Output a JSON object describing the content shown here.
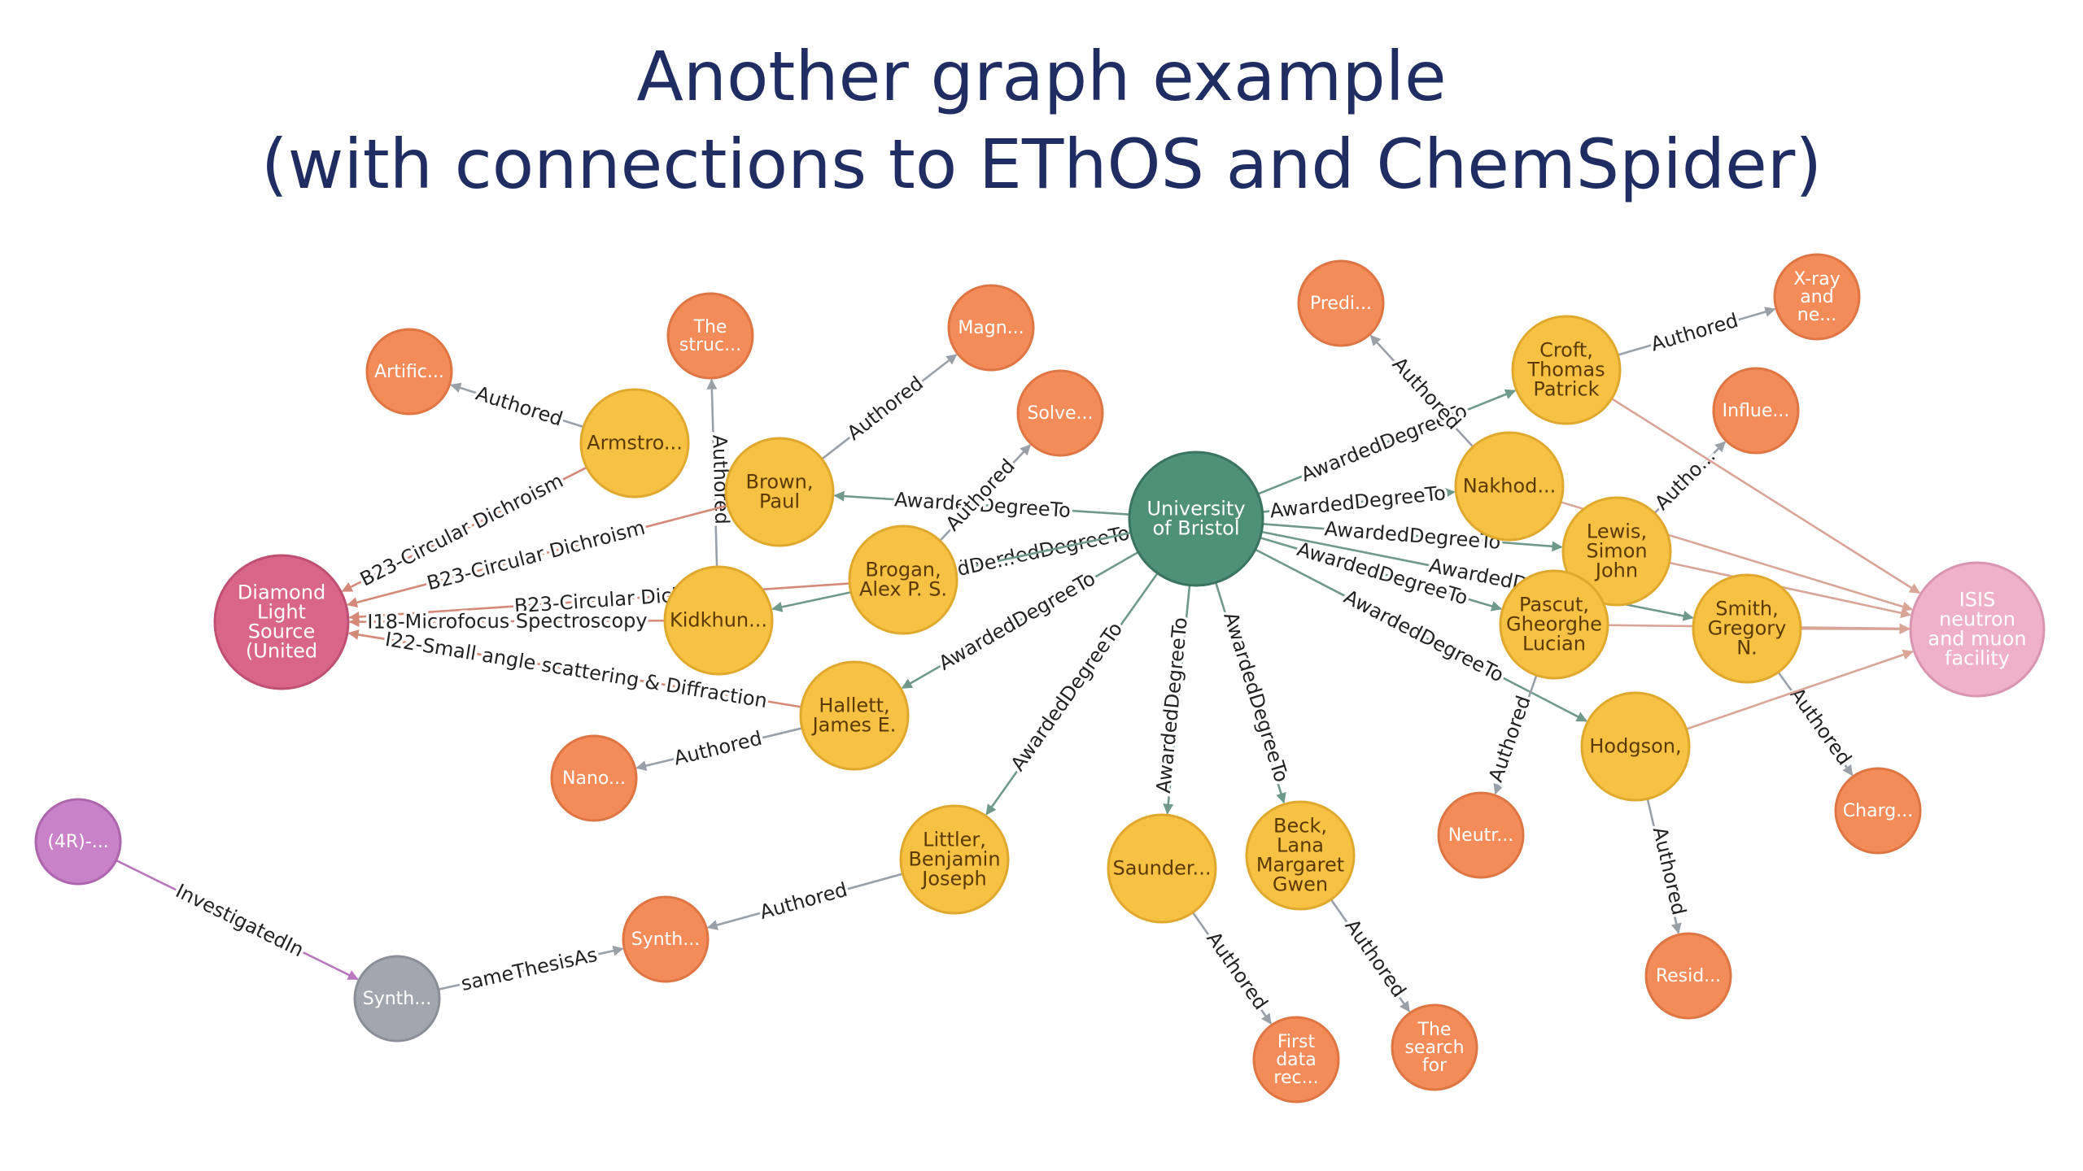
{
  "title": {
    "line1": "Another graph example",
    "line2": "(with connections to EThOS and ChemSpider)"
  },
  "colors": {
    "person": "#f7c244",
    "person_stroke": "#e0a82c",
    "paper": "#f48c5a",
    "paper_stroke": "#de7542",
    "university": "#4f9079",
    "university_stroke": "#3a7461",
    "diamond": "#d9658a",
    "diamond_stroke": "#c04f74",
    "isis": "#eeb1c8",
    "isis_stroke": "#d995b0",
    "compound": "#c982c8",
    "compound_stroke": "#ad66ad",
    "thesis": "#a2a6ae",
    "thesis_stroke": "#8a8e96",
    "edge_awarded": "#6f9a8b",
    "edge_authored": "#9aa0a8",
    "edge_diamond": "#d58a79",
    "edge_isis": "#d8a597",
    "edge_investigated": "#b978bd"
  },
  "nodes": [
    {
      "id": "bristol",
      "type": "university",
      "lines": [
        "University",
        "of Bristol"
      ]
    },
    {
      "id": "diamond",
      "type": "diamond",
      "lines": [
        "Diamond",
        "Light",
        "Source",
        "(United"
      ]
    },
    {
      "id": "isis",
      "type": "isis",
      "lines": [
        "ISIS",
        "neutron",
        "and muon",
        "facility"
      ]
    },
    {
      "id": "armstrong",
      "type": "person",
      "lines": [
        "Armstro..."
      ]
    },
    {
      "id": "brown",
      "type": "person",
      "lines": [
        "Brown,",
        "Paul"
      ]
    },
    {
      "id": "brogan",
      "type": "person",
      "lines": [
        "Brogan,",
        "Alex P. S."
      ]
    },
    {
      "id": "kidkhun",
      "type": "person",
      "lines": [
        "Kidkhun..."
      ]
    },
    {
      "id": "hallett",
      "type": "person",
      "lines": [
        "Hallett,",
        "James E."
      ]
    },
    {
      "id": "littler",
      "type": "person",
      "lines": [
        "Littler,",
        "Benjamin",
        "Joseph"
      ]
    },
    {
      "id": "saunders",
      "type": "person",
      "lines": [
        "Saunder..."
      ]
    },
    {
      "id": "beck",
      "type": "person",
      "lines": [
        "Beck,",
        "Lana",
        "Margaret",
        "Gwen"
      ]
    },
    {
      "id": "nakhod",
      "type": "person",
      "lines": [
        "Nakhod..."
      ]
    },
    {
      "id": "croft",
      "type": "person",
      "lines": [
        "Croft,",
        "Thomas",
        "Patrick"
      ]
    },
    {
      "id": "lewis",
      "type": "person",
      "lines": [
        "Lewis,",
        "Simon",
        "John"
      ]
    },
    {
      "id": "pascut",
      "type": "person",
      "lines": [
        "Pascut,",
        "Gheorghe",
        "Lucian"
      ]
    },
    {
      "id": "smith",
      "type": "person",
      "lines": [
        "Smith,",
        "Gregory",
        "N."
      ]
    },
    {
      "id": "hodgson",
      "type": "person",
      "lines": [
        "Hodgson,"
      ]
    },
    {
      "id": "artific",
      "type": "paper",
      "lines": [
        "Artific..."
      ]
    },
    {
      "id": "struc",
      "type": "paper",
      "lines": [
        "The",
        "struc..."
      ]
    },
    {
      "id": "magn",
      "type": "paper",
      "lines": [
        "Magn..."
      ]
    },
    {
      "id": "solve",
      "type": "paper",
      "lines": [
        "Solve..."
      ]
    },
    {
      "id": "nano",
      "type": "paper",
      "lines": [
        "Nano..."
      ]
    },
    {
      "id": "synth_paper",
      "type": "paper",
      "lines": [
        "Synth..."
      ]
    },
    {
      "id": "firstdata",
      "type": "paper",
      "lines": [
        "First",
        "data",
        "rec..."
      ]
    },
    {
      "id": "search",
      "type": "paper",
      "lines": [
        "The",
        "search",
        "for"
      ]
    },
    {
      "id": "predi",
      "type": "paper",
      "lines": [
        "Predi..."
      ]
    },
    {
      "id": "xray",
      "type": "paper",
      "lines": [
        "X-ray",
        "and",
        "ne..."
      ]
    },
    {
      "id": "influe",
      "type": "paper",
      "lines": [
        "Influe..."
      ]
    },
    {
      "id": "neutr",
      "type": "paper",
      "lines": [
        "Neutr..."
      ]
    },
    {
      "id": "charg",
      "type": "paper",
      "lines": [
        "Charg..."
      ]
    },
    {
      "id": "resid",
      "type": "paper",
      "lines": [
        "Resid..."
      ]
    },
    {
      "id": "compound4r",
      "type": "compound",
      "lines": [
        "(4R)-..."
      ]
    },
    {
      "id": "synth_thesis",
      "type": "thesis",
      "lines": [
        "Synth..."
      ]
    }
  ],
  "edges": [
    {
      "from": "bristol",
      "to": "brown",
      "kind": "awarded",
      "label": "AwardedDegreeTo"
    },
    {
      "from": "bristol",
      "to": "brogan",
      "kind": "awarded",
      "label": "AwardedDegreeTo"
    },
    {
      "from": "bristol",
      "to": "kidkhun",
      "kind": "awarded",
      "label": "AwardedDe..."
    },
    {
      "from": "bristol",
      "to": "hallett",
      "kind": "awarded",
      "label": "AwardedDegreeTo"
    },
    {
      "from": "bristol",
      "to": "littler",
      "kind": "awarded",
      "label": "AwardedDegreeTo"
    },
    {
      "from": "bristol",
      "to": "saunders",
      "kind": "awarded",
      "label": "AwardedDegreeTo"
    },
    {
      "from": "bristol",
      "to": "beck",
      "kind": "awarded",
      "label": "AwardedDegreeTo"
    },
    {
      "from": "bristol",
      "to": "croft",
      "kind": "awarded",
      "label": "AwardedDegreeTo"
    },
    {
      "from": "bristol",
      "to": "nakhod",
      "kind": "awarded",
      "label": "AwardedDegreeTo"
    },
    {
      "from": "bristol",
      "to": "lewis",
      "kind": "awarded",
      "label": "AwardedDegreeTo"
    },
    {
      "from": "bristol",
      "to": "pascut",
      "kind": "awarded",
      "label": "AwardedDegreeTo"
    },
    {
      "from": "bristol",
      "to": "smith",
      "kind": "awarded",
      "label": "AwardedD"
    },
    {
      "from": "bristol",
      "to": "hodgson",
      "kind": "awarded",
      "label": "AwardedDegreeTo"
    },
    {
      "from": "armstrong",
      "to": "artific",
      "kind": "authored",
      "label": "Authored"
    },
    {
      "from": "kidkhun",
      "to": "struc",
      "kind": "authored",
      "label": "Authored"
    },
    {
      "from": "brown",
      "to": "magn",
      "kind": "authored",
      "label": "Authored"
    },
    {
      "from": "brogan",
      "to": "solve",
      "kind": "authored",
      "label": "Authored"
    },
    {
      "from": "hallett",
      "to": "nano",
      "kind": "authored",
      "label": "Authored"
    },
    {
      "from": "littler",
      "to": "synth_paper",
      "kind": "authored",
      "label": "Authored"
    },
    {
      "from": "saunders",
      "to": "firstdata",
      "kind": "authored",
      "label": "Authored"
    },
    {
      "from": "beck",
      "to": "search",
      "kind": "authored",
      "label": "Authored"
    },
    {
      "from": "nakhod",
      "to": "predi",
      "kind": "authored",
      "label": "Authored"
    },
    {
      "from": "croft",
      "to": "xray",
      "kind": "authored",
      "label": "Authored"
    },
    {
      "from": "lewis",
      "to": "influe",
      "kind": "authored",
      "label": "Autho..."
    },
    {
      "from": "pascut",
      "to": "neutr",
      "kind": "authored",
      "label": "Authored"
    },
    {
      "from": "smith",
      "to": "charg",
      "kind": "authored",
      "label": "Authored"
    },
    {
      "from": "hodgson",
      "to": "resid",
      "kind": "authored",
      "label": "Authored"
    },
    {
      "from": "armstrong",
      "to": "diamond",
      "kind": "diamond",
      "label": "B23-Circular Dichroism"
    },
    {
      "from": "brown",
      "to": "diamond",
      "kind": "diamond",
      "label": "B23-Circular Dichroism"
    },
    {
      "from": "brogan",
      "to": "diamond",
      "kind": "diamond",
      "label": "B23-Circular Dich"
    },
    {
      "from": "kidkhun",
      "to": "diamond",
      "kind": "diamond",
      "label": "I18-Microfocus Spectroscopy"
    },
    {
      "from": "hallett",
      "to": "diamond",
      "kind": "diamond",
      "label": "I22-Small angle scattering & Diffraction"
    },
    {
      "from": "croft",
      "to": "isis",
      "kind": "isis",
      "label": ""
    },
    {
      "from": "nakhod",
      "to": "isis",
      "kind": "isis",
      "label": ""
    },
    {
      "from": "lewis",
      "to": "isis",
      "kind": "isis",
      "label": ""
    },
    {
      "from": "pascut",
      "to": "isis",
      "kind": "isis",
      "label": ""
    },
    {
      "from": "smith",
      "to": "isis",
      "kind": "isis",
      "label": ""
    },
    {
      "from": "hodgson",
      "to": "isis",
      "kind": "isis",
      "label": ""
    },
    {
      "from": "compound4r",
      "to": "synth_thesis",
      "kind": "investigated",
      "label": "InvestigatedIn"
    },
    {
      "from": "synth_thesis",
      "to": "synth_paper",
      "kind": "authored",
      "label": "sameThesisAs"
    }
  ]
}
